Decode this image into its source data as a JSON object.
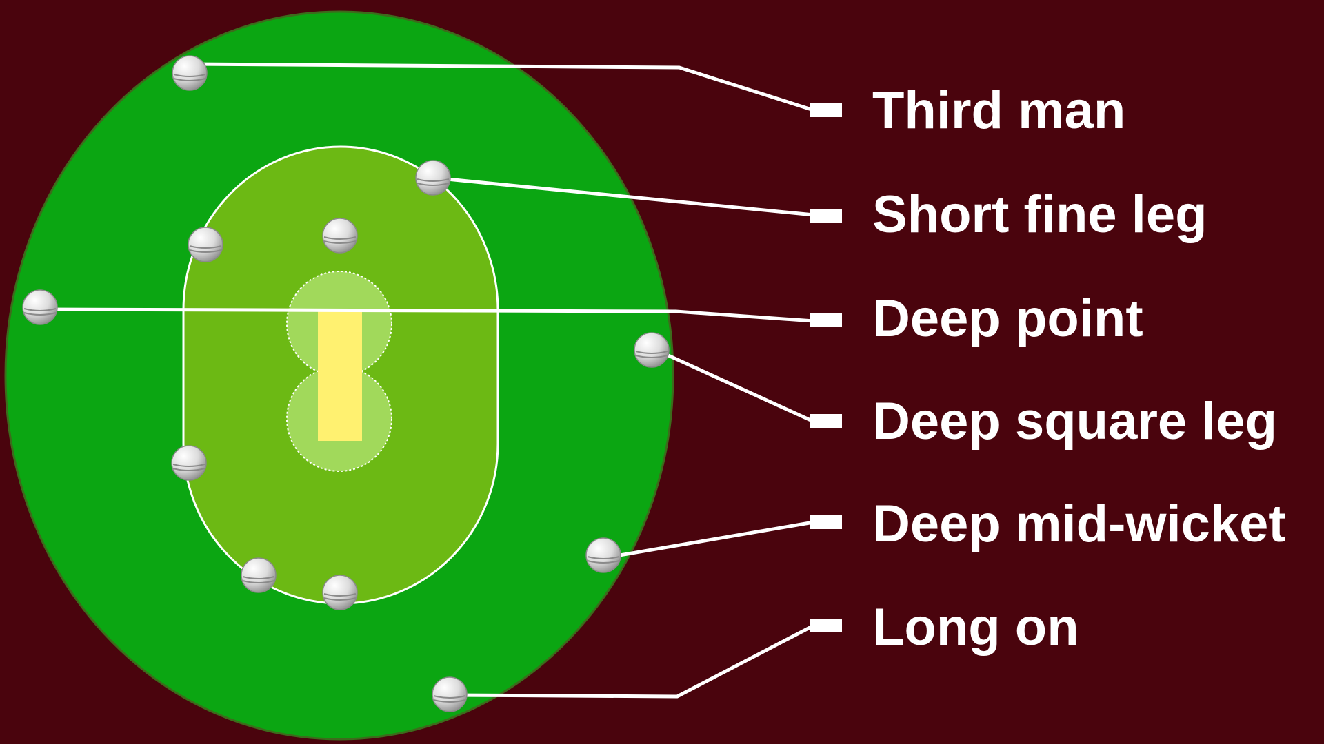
{
  "colors": {
    "background": "#4a040d",
    "outfield": "#0ba612",
    "outfield_edge": "#3d6b1c",
    "infield": "#6cb914",
    "inner_ring": "#a1d95b",
    "pitch": "#fff170",
    "line": "#ffffff",
    "ball_light": "#f4f4f4",
    "ball_dark": "#9a9a9a"
  },
  "icons": {
    "fielder": "cricket-ball-icon"
  },
  "labels": [
    "Third man",
    "Short fine leg",
    "Deep point",
    "Deep square leg",
    "Deep mid-wicket",
    "Long on"
  ]
}
